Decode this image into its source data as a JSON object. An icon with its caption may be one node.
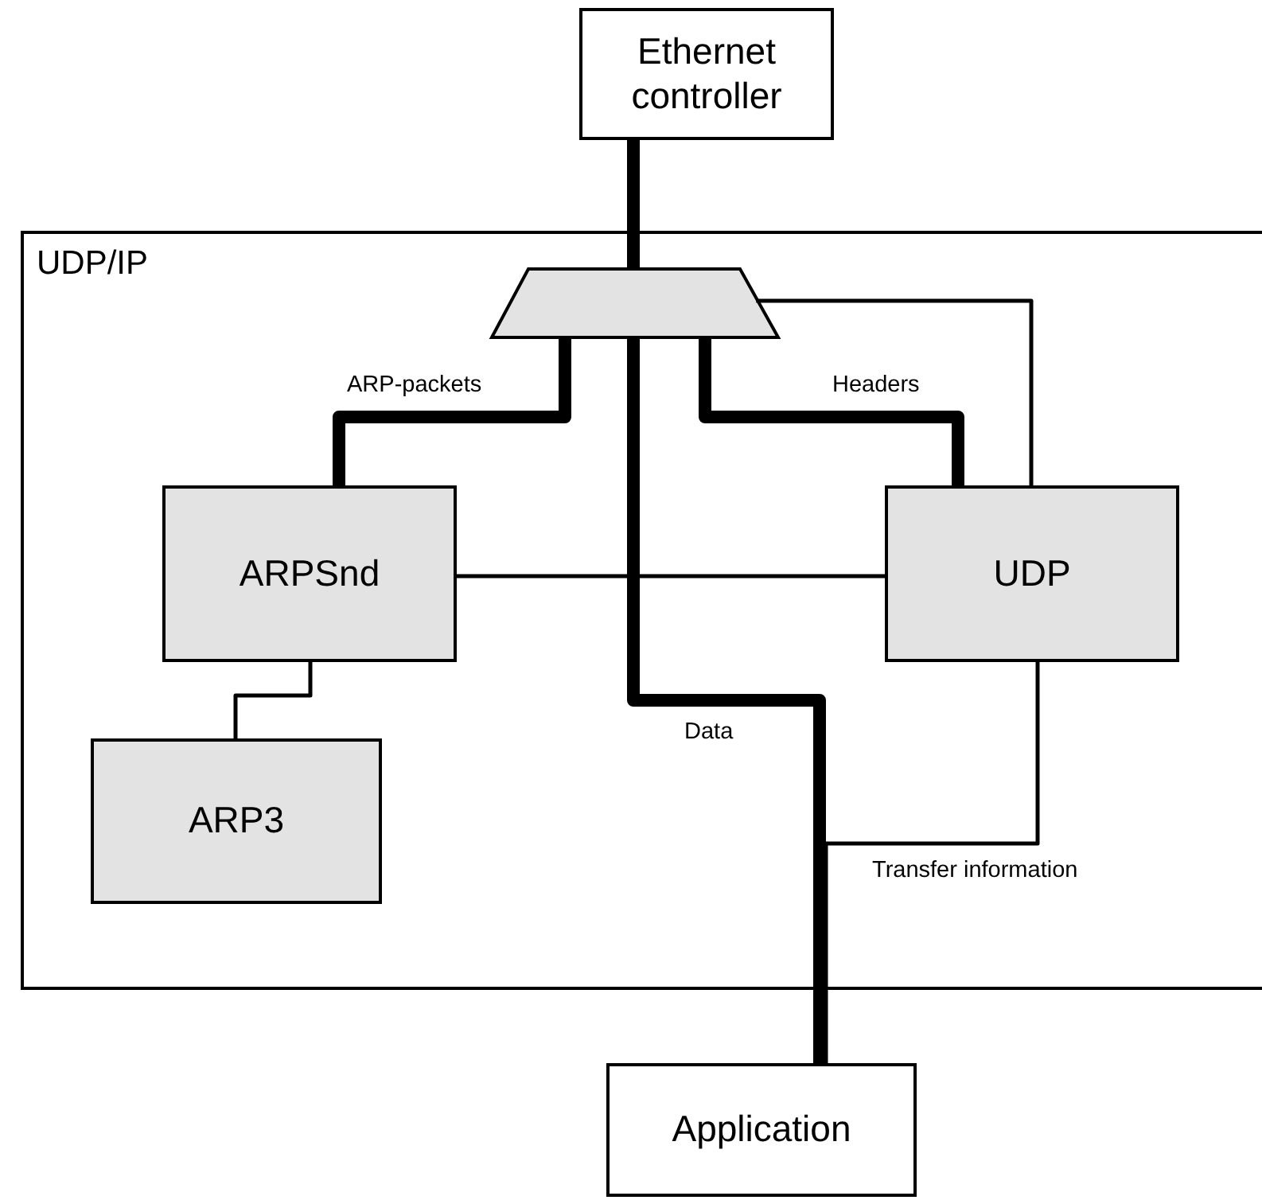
{
  "diagram": {
    "nodes": [
      {
        "text": [
          "Ethernet controller"
        ]
      },
      {
        "text": [
          "UDP/IP"
        ]
      },
      {
        "text": [],
        "shape": "trapezoid",
        "in": 1
      },
      {
        "text": [
          "ARPSnd"
        ],
        "in": 1
      },
      {
        "text": [
          "UDP"
        ],
        "in": 1
      },
      {
        "text": [
          "ARP3"
        ],
        "in": 1
      },
      {
        "text": [
          "Application"
        ]
      }
    ],
    "edges": [
      {
        "from": 0,
        "to": 2,
        "arrow": "none",
        "style": "thick"
      },
      {
        "from": 2,
        "to": 3,
        "arrow": "none",
        "style": "thick",
        "label": "ARP-packets"
      },
      {
        "from": 2,
        "to": 4,
        "arrow": "none",
        "style": "thick",
        "label": "Headers"
      },
      {
        "from": 2,
        "to": 6,
        "arrow": "none",
        "style": "thick",
        "label": "Data"
      },
      {
        "from": 3,
        "to": 4,
        "arrow": "none"
      },
      {
        "from": 3,
        "to": 5,
        "arrow": "none"
      },
      {
        "from": 2,
        "to": 4,
        "arrow": "none"
      },
      {
        "from": 4,
        "to": 6,
        "arrow": "none",
        "label": "Transfer information"
      }
    ]
  }
}
